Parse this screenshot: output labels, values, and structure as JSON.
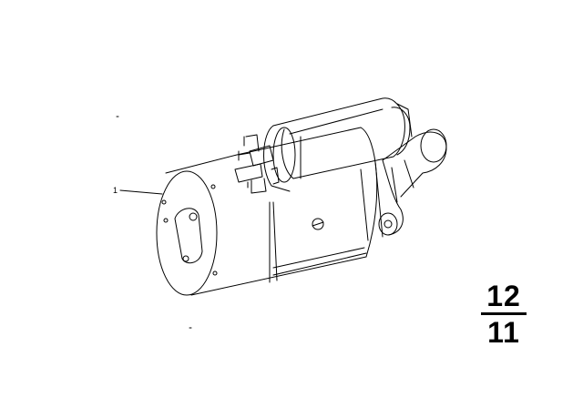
{
  "diagram": {
    "subject": "starter motor",
    "line_color": "#000000",
    "background": "#ffffff",
    "callouts": [
      {
        "label": "1"
      }
    ]
  },
  "section_number": {
    "group": "12",
    "subgroup": "11"
  }
}
